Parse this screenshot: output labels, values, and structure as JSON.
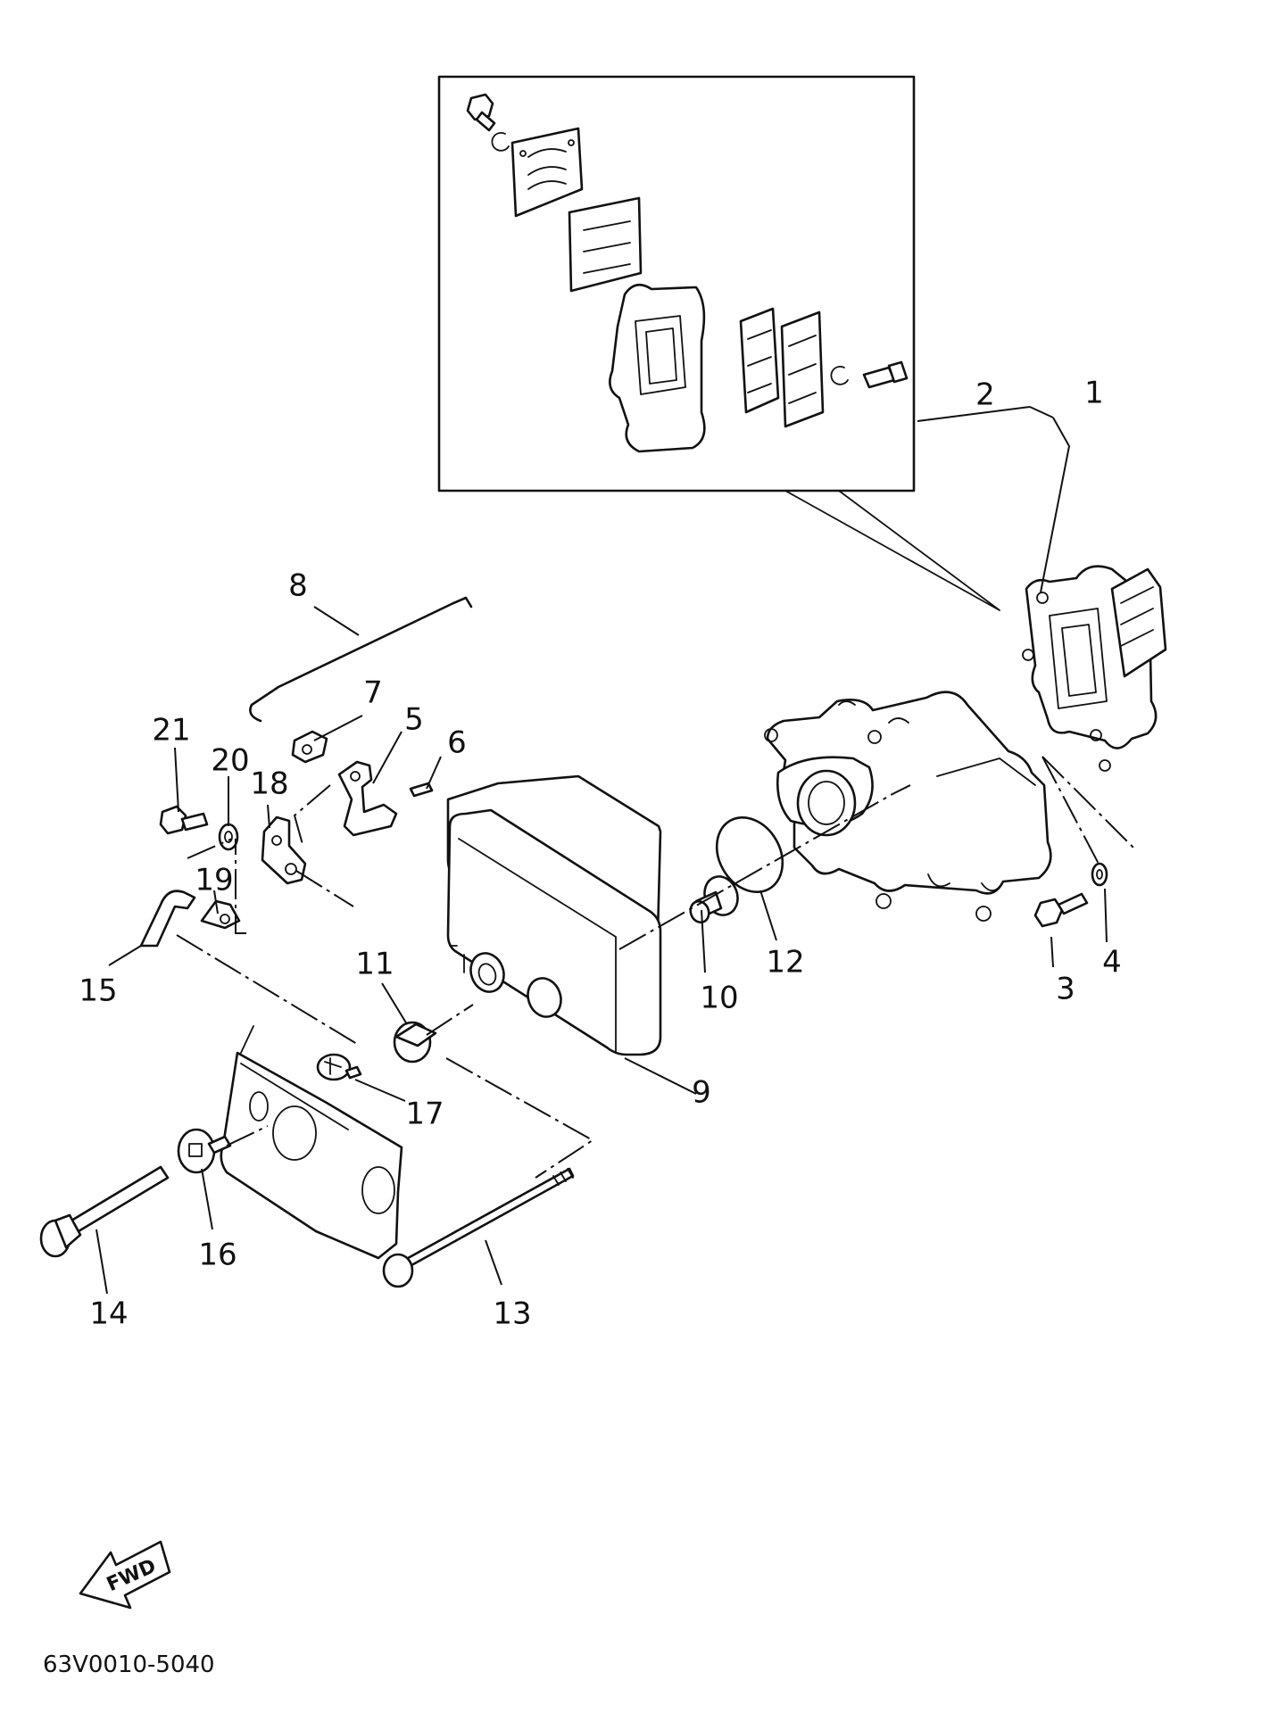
{
  "diagram": {
    "callouts": [
      "1",
      "2",
      "3",
      "4",
      "5",
      "6",
      "7",
      "8",
      "9",
      "10",
      "11",
      "12",
      "13",
      "14",
      "15",
      "16",
      "17",
      "18",
      "19",
      "20",
      "21"
    ],
    "direction_label": "FWD",
    "drawing_code": "63V0010-5040"
  }
}
